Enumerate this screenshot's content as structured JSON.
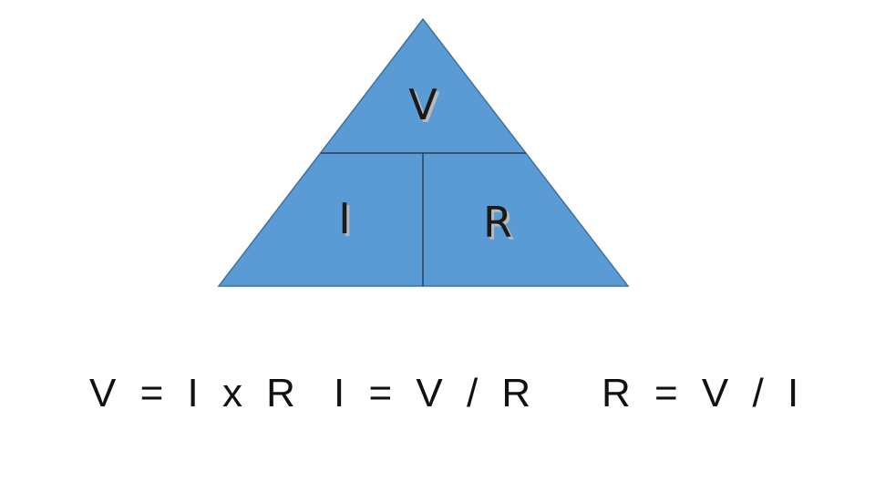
{
  "triangle": {
    "top_label": "V",
    "bottom_left_label": "I",
    "bottom_right_label": "R",
    "fill_color": "#5b9bd5",
    "stroke_color": "#41719c",
    "divider_color": "#2f3f55"
  },
  "formulas": [
    "V = I x R",
    "I = V / R",
    "R = V / I"
  ]
}
